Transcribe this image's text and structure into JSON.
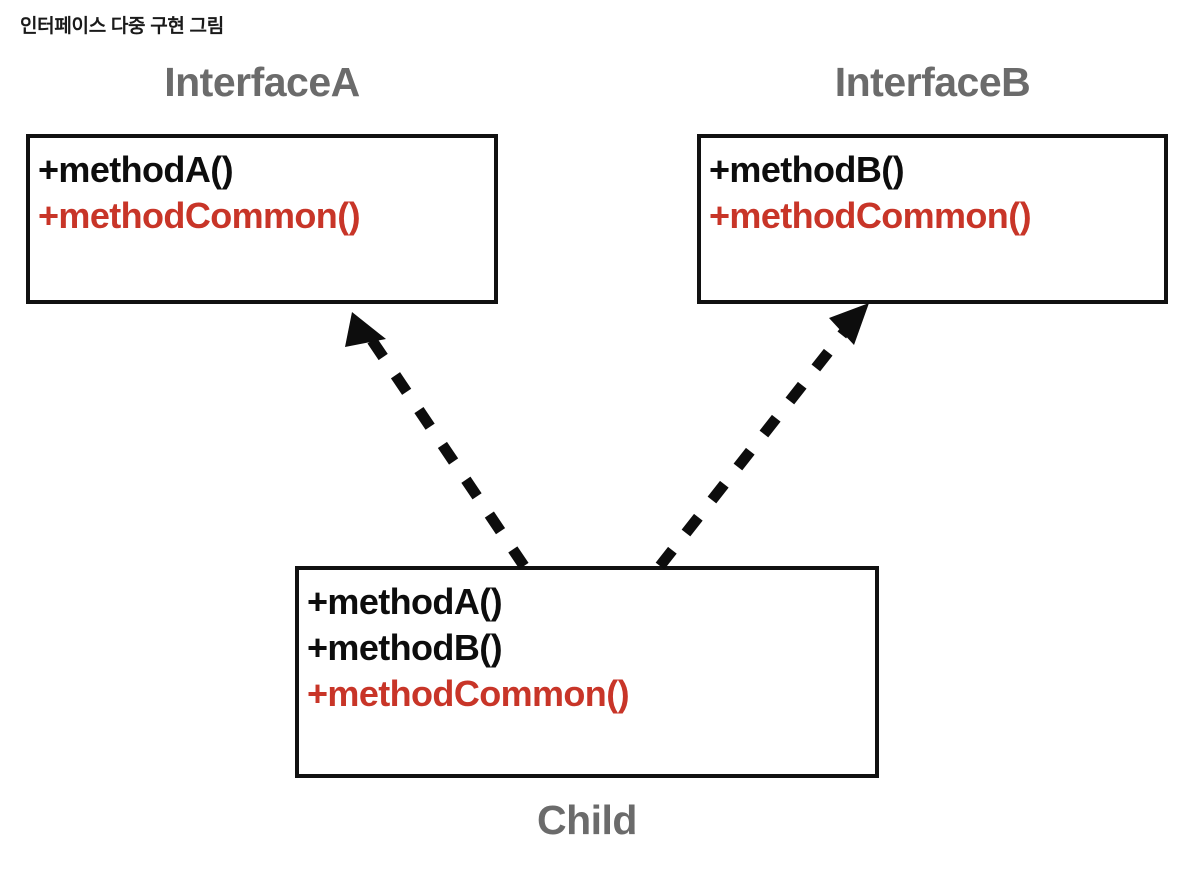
{
  "caption": "인터페이스 다중 구현 그림",
  "theme": {
    "background": "#ffffff",
    "title_gray": "#6b6b6b",
    "member_black": "#0d0d0d",
    "member_red": "#c83528",
    "border_black": "#111111"
  },
  "classes": {
    "interface_a": {
      "title": "InterfaceA",
      "title_position": "above",
      "members": [
        {
          "text": "+methodA()",
          "color": "black"
        },
        {
          "text": "+methodCommon()",
          "color": "red"
        }
      ]
    },
    "interface_b": {
      "title": "InterfaceB",
      "title_position": "above",
      "members": [
        {
          "text": "+methodB()",
          "color": "black"
        },
        {
          "text": "+methodCommon()",
          "color": "red"
        }
      ]
    },
    "child": {
      "title": "Child",
      "title_position": "below",
      "members": [
        {
          "text": "+methodA()",
          "color": "black"
        },
        {
          "text": "+methodB()",
          "color": "black"
        },
        {
          "text": "+methodCommon()",
          "color": "red"
        }
      ]
    }
  },
  "relationships": [
    {
      "name": "child-implements-interface-a",
      "from": "child",
      "to": "interface_a",
      "type": "realization",
      "line_style": "dashed",
      "arrowhead": "filled-triangle"
    },
    {
      "name": "child-implements-interface-b",
      "from": "child",
      "to": "interface_b",
      "type": "realization",
      "line_style": "dashed",
      "arrowhead": "filled-triangle"
    }
  ]
}
